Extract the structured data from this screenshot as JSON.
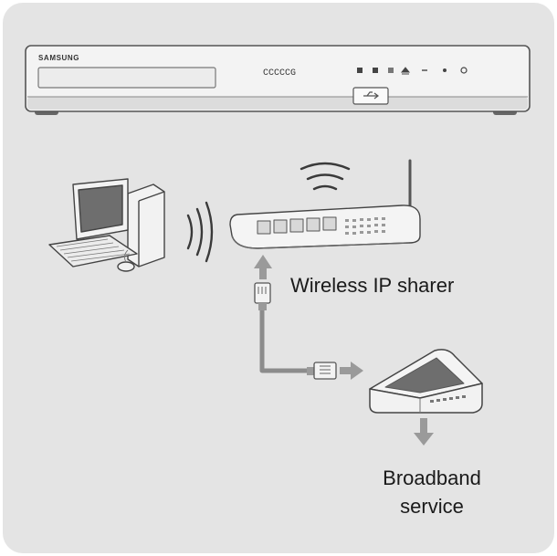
{
  "labels": {
    "router": "Wireless IP sharer",
    "modem_line1": "Broadband",
    "modem_line2": "service"
  },
  "player": {
    "brand": "SAMSUNG",
    "display": "CCCCCG"
  },
  "icons": {
    "player": "blu-ray-player-icon",
    "router": "wireless-router-icon",
    "computer": "desktop-computer-icon",
    "modem": "broadband-modem-icon",
    "usb": "usb-icon",
    "connector": "ethernet-connector-icon"
  },
  "colors": {
    "panel": "#e4e4e4",
    "device": "#f2f2f2",
    "outline": "#555555",
    "arrow": "#9a9a9a",
    "cable": "#8c8c8c",
    "text": "#1a1a1a"
  }
}
